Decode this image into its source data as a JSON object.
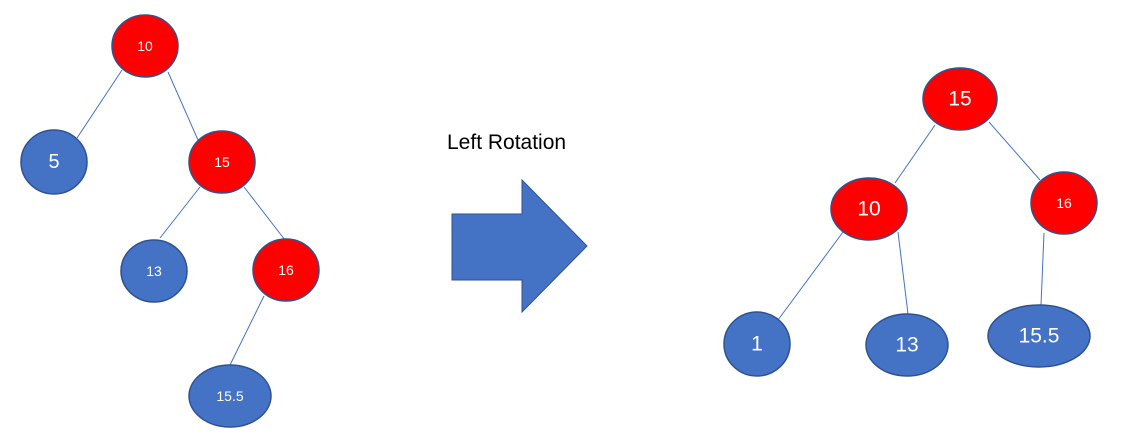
{
  "colors": {
    "red_node": "#FF0000",
    "blue_node": "#4472C4",
    "edge": "#4472C4",
    "arrow": "#4472C4",
    "label_text": "#FFFFFF"
  },
  "caption": "Left Rotation",
  "before_tree": {
    "nodes": [
      {
        "id": "b10",
        "label": "10",
        "color": "red"
      },
      {
        "id": "b5",
        "label": "5",
        "color": "blue"
      },
      {
        "id": "b15",
        "label": "15",
        "color": "red"
      },
      {
        "id": "b13",
        "label": "13",
        "color": "blue"
      },
      {
        "id": "b16",
        "label": "16",
        "color": "red"
      },
      {
        "id": "b155",
        "label": "15.5",
        "color": "blue"
      }
    ],
    "edges": [
      [
        "b10",
        "b5"
      ],
      [
        "b10",
        "b15"
      ],
      [
        "b15",
        "b13"
      ],
      [
        "b15",
        "b16"
      ],
      [
        "b16",
        "b155"
      ]
    ]
  },
  "after_tree": {
    "nodes": [
      {
        "id": "a15",
        "label": "15",
        "color": "red"
      },
      {
        "id": "a10",
        "label": "10",
        "color": "red"
      },
      {
        "id": "a16",
        "label": "16",
        "color": "red"
      },
      {
        "id": "a1",
        "label": "1",
        "color": "blue"
      },
      {
        "id": "a13",
        "label": "13",
        "color": "blue"
      },
      {
        "id": "a155",
        "label": "15.5",
        "color": "blue"
      }
    ],
    "edges": [
      [
        "a15",
        "a10"
      ],
      [
        "a15",
        "a16"
      ],
      [
        "a10",
        "a1"
      ],
      [
        "a10",
        "a13"
      ],
      [
        "a16",
        "a155"
      ]
    ]
  }
}
